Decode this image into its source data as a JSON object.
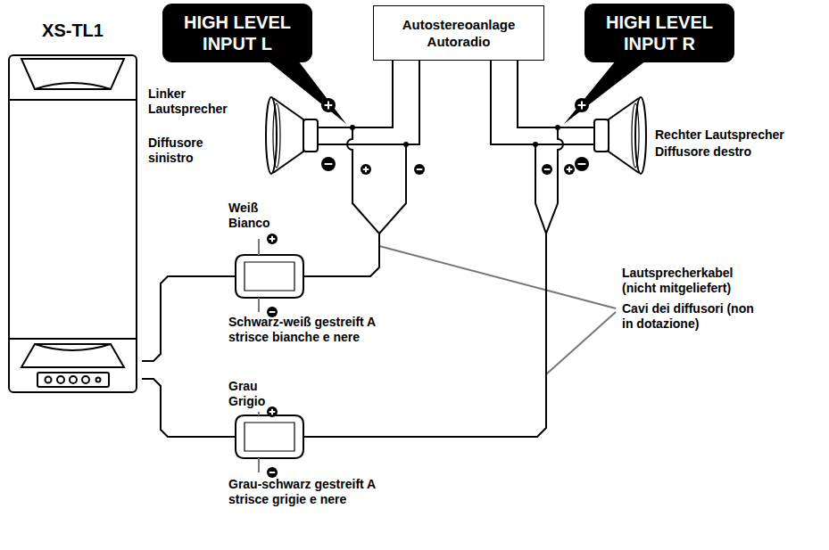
{
  "diagram": {
    "nodes": [
      {
        "text": [
          "Autostereoanlage Autoradio"
        ]
      },
      {
        "text": [
          "HIGH LEVEL INPUT L"
        ]
      },
      {
        "text": [
          "HIGH LEVEL INPUT R"
        ]
      },
      {
        "text": [
          "XS-TL1"
        ]
      },
      {
        "text": [
          "Linker Lautsprecher",
          "Diffusore sinistro"
        ]
      },
      {
        "text": [
          "Rechter Lautsprecher",
          "Diffusore destro"
        ]
      },
      {
        "text": [
          "Weiß Bianco",
          "Schwarz-weiß gestreift A strisce bianche e nere"
        ]
      },
      {
        "text": [
          "Grau Grigio",
          "Grau-schwarz gestreift A strisce grigie e nere"
        ]
      }
    ],
    "edges": [
      {
        "from": 0,
        "to": 4,
        "arrow": "none"
      },
      {
        "from": 0,
        "to": 5,
        "arrow": "none"
      },
      {
        "from": 3,
        "to": 6,
        "arrow": "none"
      },
      {
        "from": 3,
        "to": 7,
        "arrow": "none"
      },
      {
        "from": 6,
        "to": 4,
        "arrow": "none"
      },
      {
        "from": 7,
        "to": 5,
        "arrow": "none"
      }
    ],
    "labels": [
      "Lautsprecherkabel (nicht mitgeliefert)",
      "Cavi dei diffusori (non in dotazione)"
    ]
  }
}
